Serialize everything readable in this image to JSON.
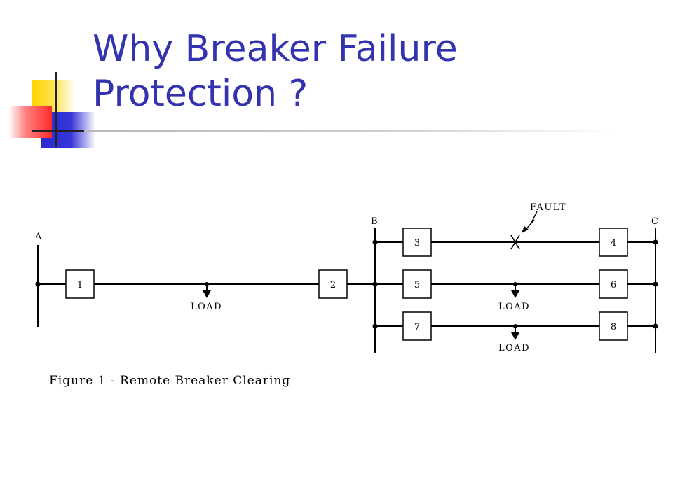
{
  "slide": {
    "title_line1": "Why Breaker Failure",
    "title_line2": "Protection ?",
    "title_color": "#3333b0"
  },
  "diagram": {
    "buses": {
      "a": "A",
      "b": "B",
      "c": "C"
    },
    "breakers": [
      "1",
      "2",
      "3",
      "4",
      "5",
      "6",
      "7",
      "8"
    ],
    "loads": [
      "LOAD",
      "LOAD",
      "LOAD"
    ],
    "fault_label": "FAULT",
    "caption": "Figure 1 - Remote Breaker Clearing"
  }
}
